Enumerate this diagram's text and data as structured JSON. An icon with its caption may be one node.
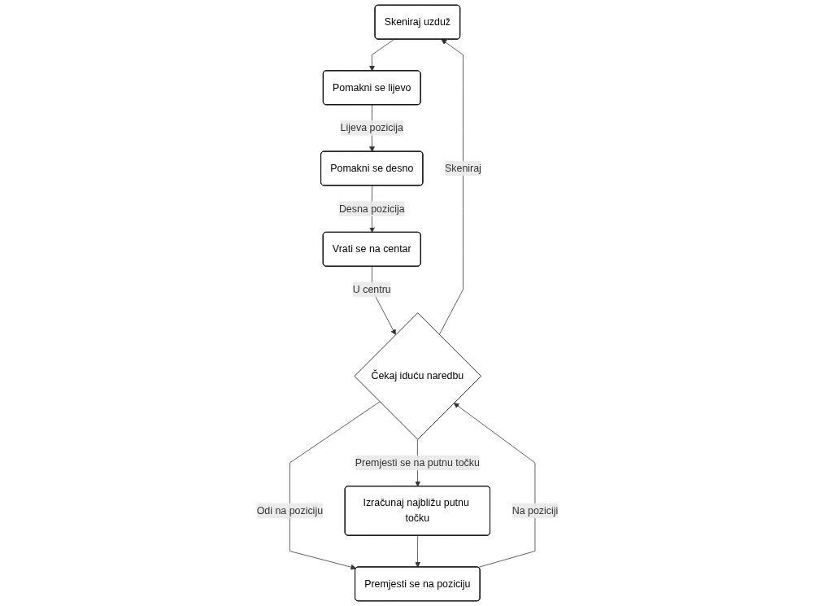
{
  "diagram": {
    "nodes": [
      {
        "text": [
          "Skeniraj uzduž"
        ]
      },
      {
        "text": [
          "Pomakni se lijevo"
        ]
      },
      {
        "text": [
          "Pomakni se desno"
        ]
      },
      {
        "text": [
          "Vrati se na centar"
        ]
      },
      {
        "text": [
          "Čekaj iduću naredbu"
        ]
      },
      {
        "text": [
          "Izračunaj najbližu putnu točku"
        ]
      },
      {
        "text": [
          "Premjesti se na poziciju"
        ]
      }
    ],
    "edges": [
      {
        "from": 0,
        "to": 1,
        "arrow": "to"
      },
      {
        "from": 1,
        "to": 2,
        "arrow": "to",
        "label": "Lijeva pozicija"
      },
      {
        "from": 2,
        "to": 3,
        "arrow": "to",
        "label": "Desna pozicija"
      },
      {
        "from": 3,
        "to": 4,
        "arrow": "to",
        "label": "U centru"
      },
      {
        "from": 4,
        "to": 0,
        "arrow": "to",
        "label": "Skeniraj"
      },
      {
        "from": 4,
        "to": 5,
        "arrow": "to",
        "label": "Premjesti se na putnu točku"
      },
      {
        "from": 4,
        "to": 6,
        "arrow": "to",
        "label": "Odi na poziciju"
      },
      {
        "from": 5,
        "to": 6,
        "arrow": "to"
      },
      {
        "from": 6,
        "to": 4,
        "arrow": "to",
        "label": "Na poziciji"
      }
    ]
  }
}
